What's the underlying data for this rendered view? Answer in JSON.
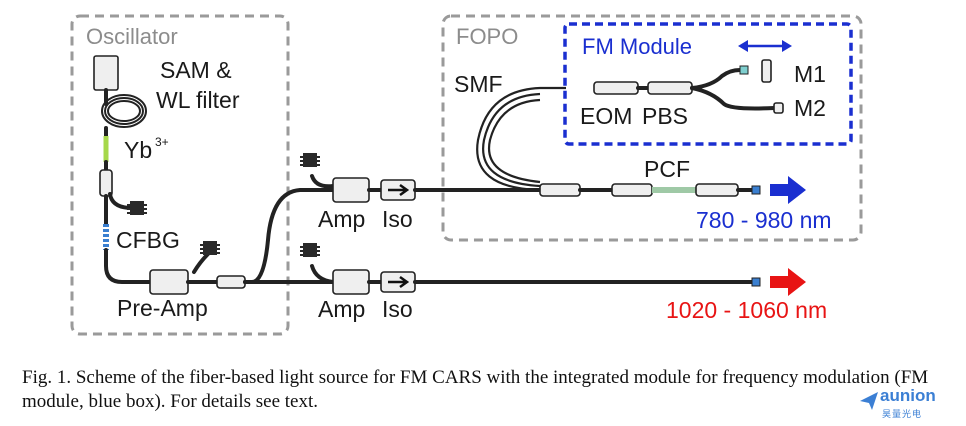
{
  "boxes": {
    "oscillator": "Oscillator",
    "fopo": "FOPO",
    "fm_module": "FM Module"
  },
  "labels": {
    "sam_line1": "SAM &",
    "sam_line2": "WL filter",
    "yb": "Yb",
    "yb_sup": "3+",
    "cfbg": "CFBG",
    "pre_amp": "Pre-Amp",
    "amp_top": "Amp",
    "iso_top": "Iso",
    "amp_bottom": "Amp",
    "iso_bottom": "Iso",
    "smf": "SMF",
    "pcf": "PCF",
    "eom": "EOM",
    "pbs": "PBS",
    "m1": "M1",
    "m2": "M2"
  },
  "outputs": {
    "blue_range": "780 - 980 nm",
    "red_range": "1020 - 1060 nm",
    "blue_color": "#1a2fd0",
    "red_color": "#e81414"
  },
  "caption": "Fig. 1. Scheme of the fiber-based light source for FM CARS with the integrated module for frequency modulation (FM module, blue box). For details see text.",
  "logo": {
    "name": "aunion",
    "sub": "昊量光电",
    "color": "#3b7fd4"
  }
}
